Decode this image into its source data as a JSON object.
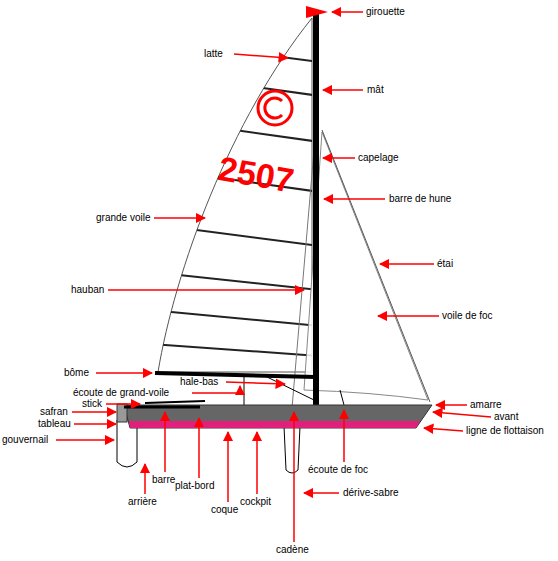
{
  "diagram": {
    "labels": [
      "girouette",
      "latte",
      "mât",
      "capelage",
      "barre de hune",
      "grande voile",
      "étai",
      "voile de foc",
      "hauban",
      "bôme",
      "hale-bas",
      "écoute de grand-voile",
      "stick",
      "safran",
      "tableau",
      "gouvernail",
      "amarre",
      "avant",
      "ligne de flottaison",
      "barre",
      "plat-bord",
      "arrière",
      "coque",
      "cockpit",
      "écoute de foc",
      "dérive-sabre",
      "cadène",
      "2507"
    ]
  }
}
